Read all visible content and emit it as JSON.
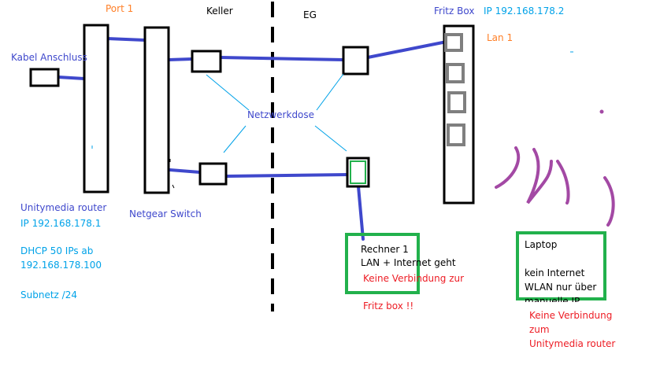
{
  "labels": {
    "port1": "Port 1",
    "keller": "Keller",
    "eg": "EG",
    "fritzbox": "Fritz Box",
    "fritzbox_ip": "IP 192.168.178.2",
    "lan1": "Lan 1",
    "kabel": "Kabel Anschluss",
    "netzwerkdose": "Netzwerkdose",
    "router_name": "Unitymedia router",
    "router_ip": "IP 192.168.178.1",
    "dhcp_line1": "DHCP 50 IPs ab",
    "dhcp_line2": "192.168.178.100",
    "subnet": "Subnetz /24",
    "switch": "Netgear Switch",
    "rechner_line1": "Rechner 1",
    "rechner_line2": "LAN + Internet geht",
    "rechner_err1": "Keine Verbindung zur",
    "rechner_err2": "Fritz box !!",
    "laptop_title": "Laptop",
    "laptop_line1": "kein Internet",
    "laptop_line2": "WLAN nur über",
    "laptop_line3": "manuelle IP",
    "laptop_err1": "Keine Verbindung",
    "laptop_err2": "zum",
    "laptop_err3": "Unitymedia router"
  },
  "colors": {
    "cable": "#3f48cc",
    "outline": "#000000",
    "fritz_port": "#7f7f7f",
    "pc_box": "#22b14c",
    "wifi": "#a349a4",
    "label_blue": "#3f48cc",
    "label_cyan": "#00a2e8",
    "label_orange": "#ff7f27",
    "label_red": "#ed1c24"
  }
}
